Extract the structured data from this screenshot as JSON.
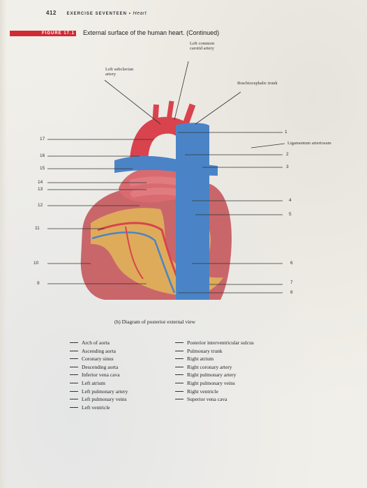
{
  "header": {
    "page_number": "412",
    "chapter": "EXERCISE SEVENTEEN",
    "separator": "•",
    "subject": "Heart"
  },
  "figure": {
    "label": "FIGURE 17.1",
    "title": "External surface of the human heart. (Continued)",
    "caption": "(b) Diagram of posterior external view"
  },
  "structure_labels": {
    "left_common_carotid": "Left common carotid artery",
    "left_subclavian": "Left subclavian artery",
    "brachiocephalic": "Brachiocephalic trunk",
    "ligamentum": "Ligamentum arteriosum"
  },
  "left_numbers": [
    "17",
    "16",
    "15",
    "14",
    "13",
    "12",
    "11",
    "10",
    "9"
  ],
  "right_numbers": [
    "1",
    "2",
    "3",
    "4",
    "5",
    "6",
    "7",
    "8"
  ],
  "terms_left": [
    "Arch of aorta",
    "Ascending aorta",
    "Coronary sinus",
    "Descending aorta",
    "Inferior vena cava",
    "Left atrium",
    "Left pulmonary artery",
    "Left pulmonary veins",
    "Left ventricle"
  ],
  "terms_right": [
    "Posterior interventricular sulcus",
    "Pulmonary trunk",
    "Right atrium",
    "Right coronary artery",
    "Right pulmonary artery",
    "Right pulmonary veins",
    "Right ventricle",
    "Superior vena cava"
  ],
  "colors": {
    "artery_red": "#d9434d",
    "vein_blue": "#4a84c6",
    "muscle": "#c9666a",
    "fat_yellow": "#e0b25a",
    "figure_bar": "#d02a35"
  }
}
